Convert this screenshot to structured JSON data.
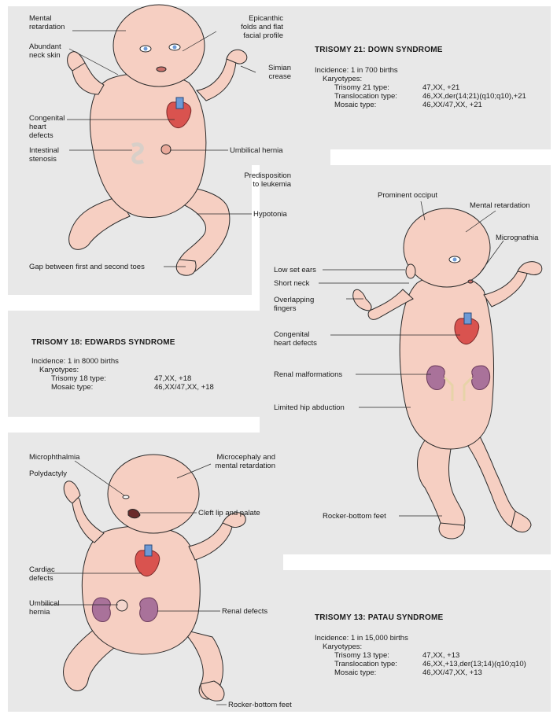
{
  "colors": {
    "panel_bg": "#e8e8e8",
    "skin": "#f6cfc2",
    "skin_shadow": "#e9a99a",
    "outline": "#2a2a2a",
    "heart_red": "#d9534f",
    "heart_blue": "#6d9ad6",
    "kidney": "#a9729a",
    "intestine": "#f4f4f0"
  },
  "down": {
    "title": "TRISOMY 21: DOWN SYNDROME",
    "incidence": "Incidence: 1 in 700 births",
    "karyotypes_label": "Karyotypes:",
    "karyotypes": [
      {
        "type": "Trisomy 21 type:",
        "value": "47,XX, +21"
      },
      {
        "type": "Translocation type:",
        "value": "46,XX,der(14;21)(q10;q10),+21"
      },
      {
        "type": "Mosaic type:",
        "value": "46,XX/47,XX, +21"
      }
    ],
    "labels": {
      "mental": "Mental\nretardation",
      "neck": "Abundant\nneck skin",
      "epicanthic": "Epicanthic\nfolds and flat\nfacial profile",
      "simian": "Simian\ncrease",
      "heart": "Congenital\nheart\ndefects",
      "intestinal": "Intestinal\nstenosis",
      "umbilical": "Umbilical hernia",
      "leukemia": "Predisposition\nto leukemia",
      "hypotonia": "Hypotonia",
      "toes": "Gap between first and second toes"
    }
  },
  "edwards": {
    "title": "TRISOMY 18: EDWARDS SYNDROME",
    "incidence": "Incidence: 1 in 8000 births",
    "karyotypes_label": "Karyotypes:",
    "karyotypes": [
      {
        "type": "Trisomy 18 type:",
        "value": "47,XX, +18"
      },
      {
        "type": "Mosaic type:",
        "value": "46,XX/47,XX, +18"
      }
    ],
    "labels": {
      "occiput": "Prominent occiput",
      "mental": "Mental retardation",
      "micrognathia": "Micrognathia",
      "ears": "Low set ears",
      "neck": "Short neck",
      "fingers": "Overlapping\nfingers",
      "heart": "Congenital\nheart defects",
      "renal": "Renal malformations",
      "hip": "Limited hip abduction",
      "feet": "Rocker-bottom feet"
    }
  },
  "patau": {
    "title": "TRISOMY 13: PATAU SYNDROME",
    "incidence": "Incidence: 1 in 15,000 births",
    "karyotypes_label": "Karyotypes:",
    "karyotypes": [
      {
        "type": "Trisomy 13 type:",
        "value": "47,XX, +13"
      },
      {
        "type": "Translocation type:",
        "value": "46,XX,+13,der(13;14)(q10;q10)"
      },
      {
        "type": "Mosaic type:",
        "value": "46,XX/47,XX, +13"
      }
    ],
    "labels": {
      "microphthalmia": "Microphthalmia",
      "polydactyly": "Polydactyly",
      "microcephaly": "Microcephaly and\nmental retardation",
      "cleft": "Cleft lip and palate",
      "cardiac": "Cardiac\ndefects",
      "umbilical": "Umbilical\nhernia",
      "renal": "Renal defects",
      "feet": "Rocker-bottom feet"
    }
  }
}
